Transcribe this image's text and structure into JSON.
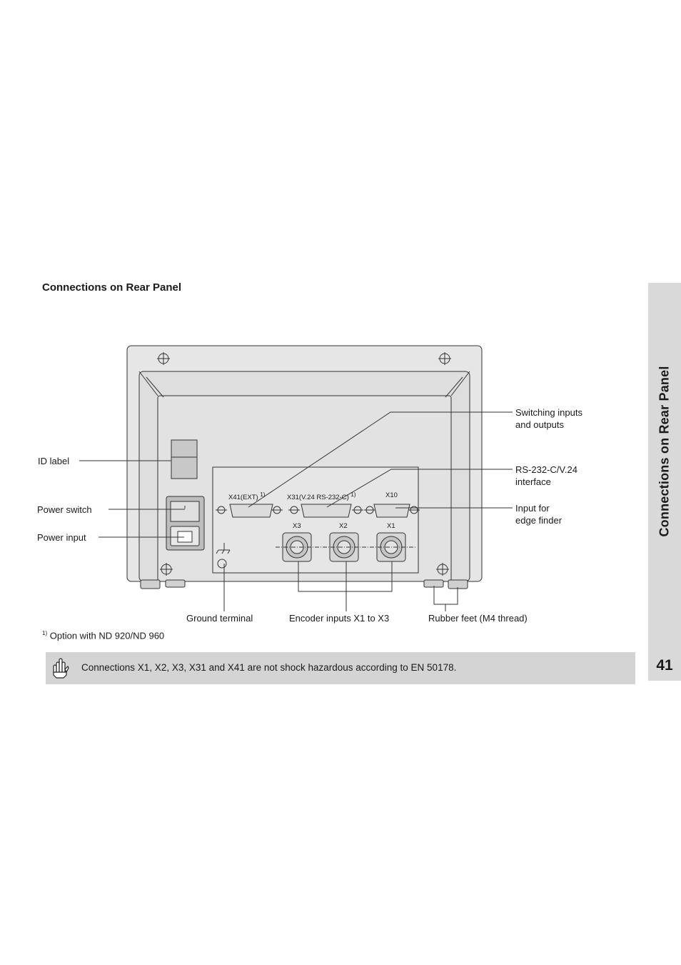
{
  "heading": "Connections on Rear Panel",
  "side_tab": {
    "title": "Connections on Rear Panel",
    "page_number": "41"
  },
  "callouts": {
    "id_label": "ID label",
    "power_switch": "Power switch",
    "power_input": "Power input",
    "switching_io_line1": "Switching inputs",
    "switching_io_line2": "and outputs",
    "rs232_line1": "RS-232-C/V.24",
    "rs232_line2": "interface",
    "edge_finder_line1": "Input for",
    "edge_finder_line2": "edge finder",
    "ground_terminal": "Ground terminal",
    "encoder_inputs": "Encoder inputs X1 to X3",
    "rubber_feet": "Rubber feet (M4 thread)"
  },
  "connectors": {
    "x41": "X41(EXT)",
    "x31": "X31(V.24 RS-232-C)",
    "x10": "X10",
    "x3": "X3",
    "x2": "X2",
    "x1": "X1",
    "footnote_marker": "1)"
  },
  "footnote": {
    "marker": "1)",
    "text": "Option with ND 920/ND 960"
  },
  "note": {
    "icon": "pointing-hand-icon",
    "text": "Connections X1, X2, X3, X31 and X41 are not shock hazardous according to EN 50178."
  }
}
